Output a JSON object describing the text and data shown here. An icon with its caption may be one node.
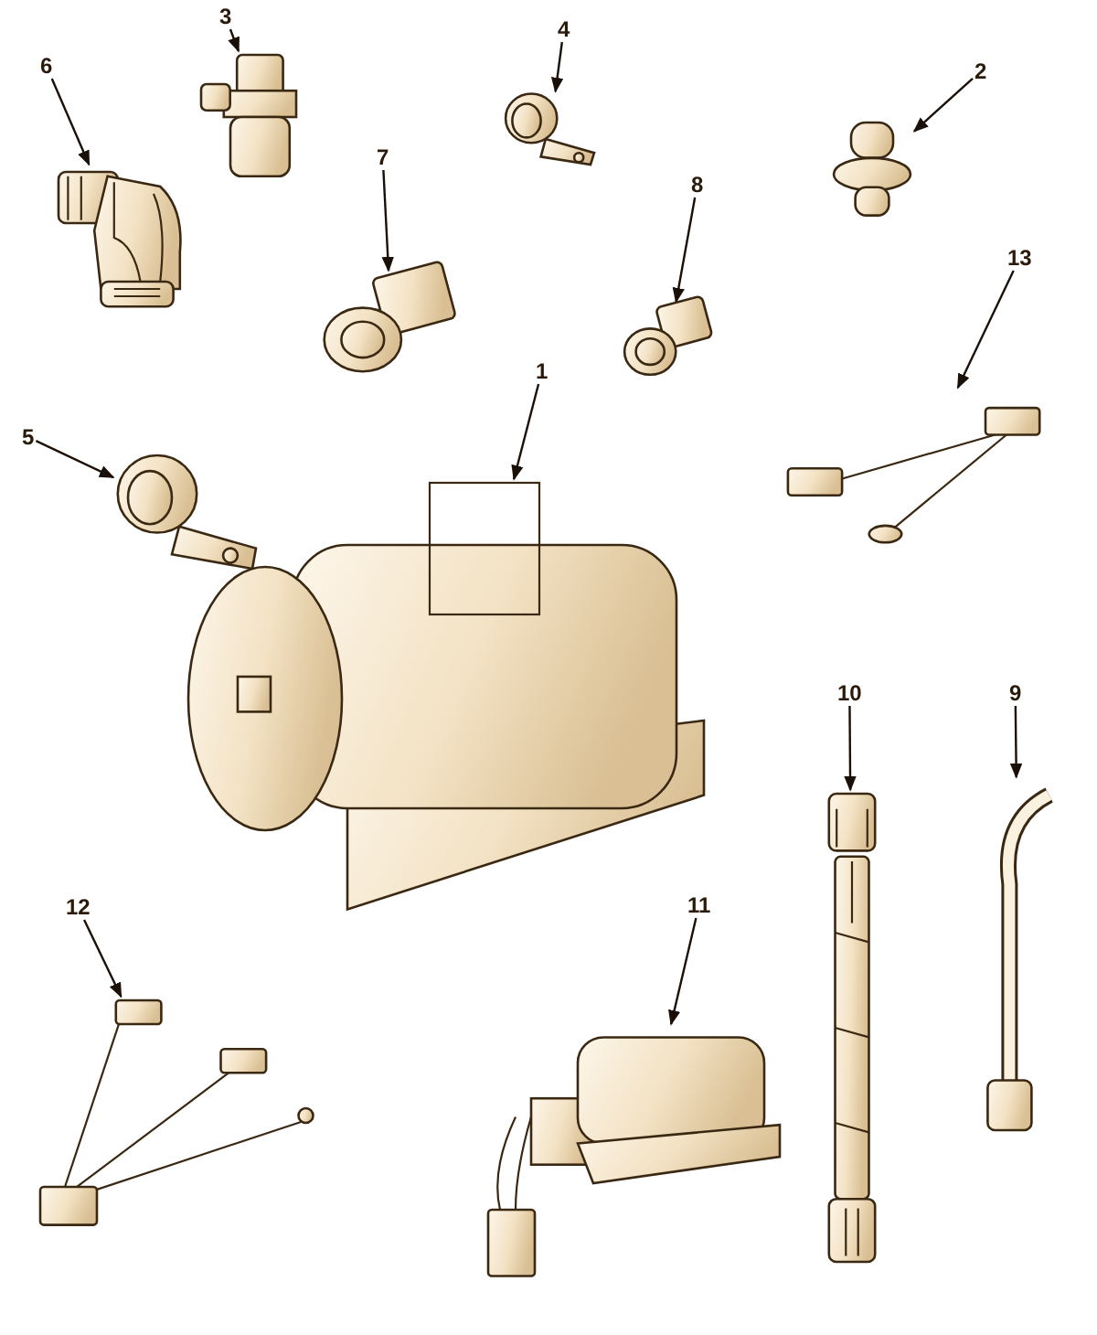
{
  "diagram": {
    "nodes": [
      {
        "text": [
          "3"
        ]
      },
      {
        "text": [],
        "shape": "picture"
      },
      {
        "text": [
          "4"
        ]
      },
      {
        "text": [],
        "shape": "picture"
      },
      {
        "text": [
          "6"
        ]
      },
      {
        "text": [],
        "shape": "picture"
      },
      {
        "text": [
          "2"
        ]
      },
      {
        "text": [],
        "shape": "picture"
      },
      {
        "text": [
          "7"
        ]
      },
      {
        "text": [],
        "shape": "picture"
      },
      {
        "text": [
          "8"
        ]
      },
      {
        "text": [],
        "shape": "picture"
      },
      {
        "text": [
          "13"
        ]
      },
      {
        "text": [],
        "shape": "picture"
      },
      {
        "text": [
          "5"
        ]
      },
      {
        "text": [],
        "shape": "picture"
      },
      {
        "text": [
          "1"
        ]
      },
      {
        "text": [],
        "shape": "picture"
      },
      {
        "text": [
          "10"
        ]
      },
      {
        "text": [],
        "shape": "picture"
      },
      {
        "text": [
          "9"
        ]
      },
      {
        "text": [],
        "shape": "picture"
      },
      {
        "text": [
          "12"
        ]
      },
      {
        "text": [],
        "shape": "picture"
      },
      {
        "text": [
          "11"
        ]
      },
      {
        "text": [],
        "shape": "picture"
      }
    ],
    "edges": [
      {
        "from": 0,
        "to": 1,
        "arrow": "to"
      },
      {
        "from": 2,
        "to": 3,
        "arrow": "to"
      },
      {
        "from": 4,
        "to": 5,
        "arrow": "to"
      },
      {
        "from": 6,
        "to": 7,
        "arrow": "to"
      },
      {
        "from": 8,
        "to": 9,
        "arrow": "to"
      },
      {
        "from": 10,
        "to": 11,
        "arrow": "to"
      },
      {
        "from": 12,
        "to": 13,
        "arrow": "to"
      },
      {
        "from": 14,
        "to": 15,
        "arrow": "to"
      },
      {
        "from": 16,
        "to": 17,
        "arrow": "to"
      },
      {
        "from": 18,
        "to": 19,
        "arrow": "to"
      },
      {
        "from": 20,
        "to": 21,
        "arrow": "to"
      },
      {
        "from": 22,
        "to": 23,
        "arrow": "to"
      },
      {
        "from": 24,
        "to": 25,
        "arrow": "to"
      }
    ]
  }
}
